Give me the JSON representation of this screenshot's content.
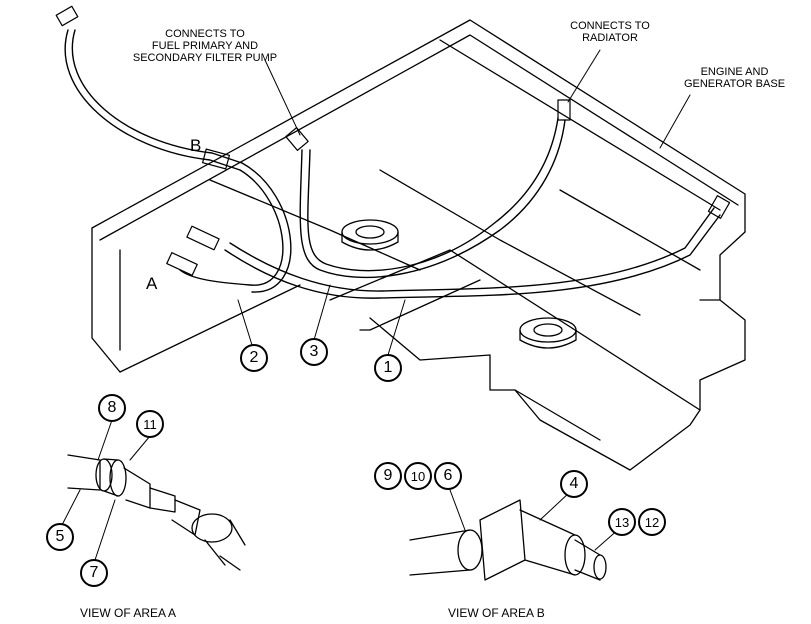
{
  "labels": {
    "fuel_pump": [
      "CONNECTS TO",
      "FUEL PRIMARY AND",
      "SECONDARY FILTER PUMP"
    ],
    "radiator": [
      "CONNECTS TO",
      "RADIATOR"
    ],
    "base": [
      "ENGINE AND",
      "GENERATOR BASE"
    ]
  },
  "area_letters": {
    "a": "A",
    "b": "B"
  },
  "callouts": {
    "c1": "1",
    "c2": "2",
    "c3": "3",
    "c4": "4",
    "c5": "5",
    "c6": "6",
    "c7": "7",
    "c8": "8",
    "c9": "9",
    "c10": "10",
    "c11": "11",
    "c12": "12",
    "c13": "13"
  },
  "views": {
    "a": "VIEW OF AREA A",
    "b": "VIEW OF AREA B"
  }
}
